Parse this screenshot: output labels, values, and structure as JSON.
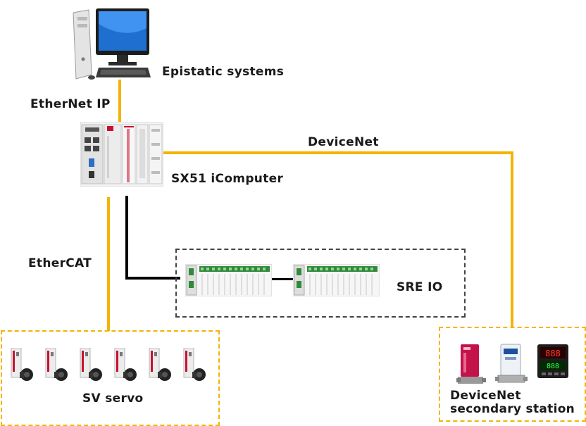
{
  "labels": {
    "host": "Epistatic systems",
    "ethernet_ip": "EtherNet IP",
    "devicenet": "DeviceNet",
    "controller": "SX51 iComputer",
    "ethercat": "EtherCAT",
    "io": "SRE IO",
    "servo": "SV servo",
    "station_line1": "DeviceNet",
    "station_line2": "secondary station"
  },
  "colors": {
    "fieldbus_line": "#f5b301",
    "io_line": "#000000",
    "io_box_border": "#444444",
    "device_box_border": "#f5b301"
  },
  "icons": {
    "host": "desktop-computer-icon",
    "controller": "plc-controller-icon",
    "io_module": "io-module-icon",
    "servo_motor": "servo-motor-icon",
    "flow_meter": "flow-meter-icon",
    "temperature_controller": "temperature-controller-icon"
  }
}
